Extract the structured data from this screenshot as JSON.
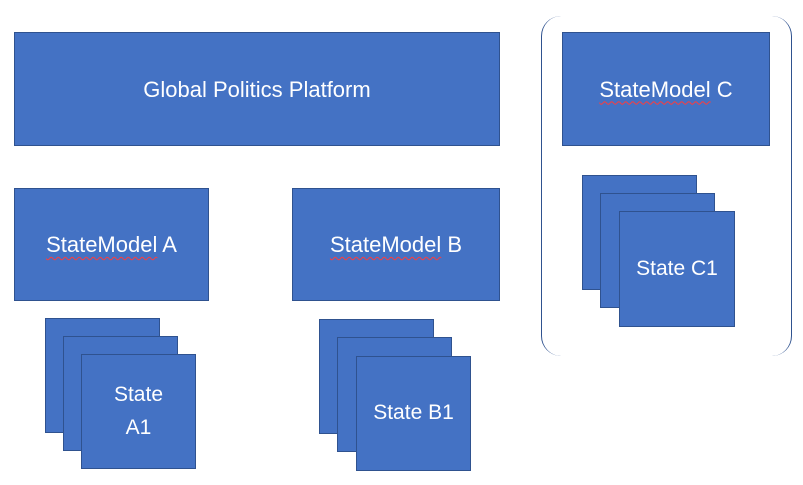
{
  "platform": {
    "label": "Global Politics Platform"
  },
  "model_a": {
    "label_underlined": "StateModel",
    "label_suffix": " A"
  },
  "model_b": {
    "label_underlined": "StateModel",
    "label_suffix": " B"
  },
  "model_c": {
    "label_underlined": "StateModel",
    "label_suffix": " C"
  },
  "state_a1": {
    "line1": "State",
    "line2": "A1"
  },
  "state_b1": {
    "label": "State B1"
  },
  "state_c1": {
    "label": "State C1"
  },
  "colors": {
    "box_fill": "#4472c4",
    "box_border": "#2f528f",
    "text": "#ffffff",
    "spellcheck_underline": "#ff3b3b"
  }
}
